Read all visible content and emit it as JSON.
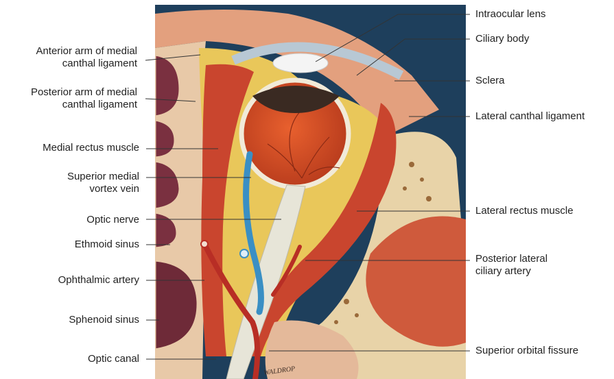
{
  "figure": {
    "labels_left": [
      "Anterior arm of medial\ncanthal ligament",
      "Posterior arm of medial\ncanthal ligament",
      "Medial rectus muscle",
      "Superior medial\nvortex vein",
      "Optic nerve",
      "Ethmoid sinus",
      "Ophthalmic artery",
      "Sphenoid sinus",
      "Optic canal"
    ],
    "labels_right": [
      "Intraocular lens",
      "Ciliary body",
      "Sclera",
      "Lateral canthal ligament",
      "Lateral rectus muscle",
      "Posterior lateral\nciliary artery",
      "Superior orbital fissure"
    ],
    "signature": "WALDROP",
    "colors": {
      "background_sky": "#1e3f5c",
      "muscle": "#c9452e",
      "fat": "#e9c75a",
      "bone": "#e8d3a8",
      "vein": "#3a8fc4",
      "artery": "#b82e25",
      "nerve": "#e7e5d8",
      "globe": "#d84a26",
      "line": "#333333"
    }
  }
}
